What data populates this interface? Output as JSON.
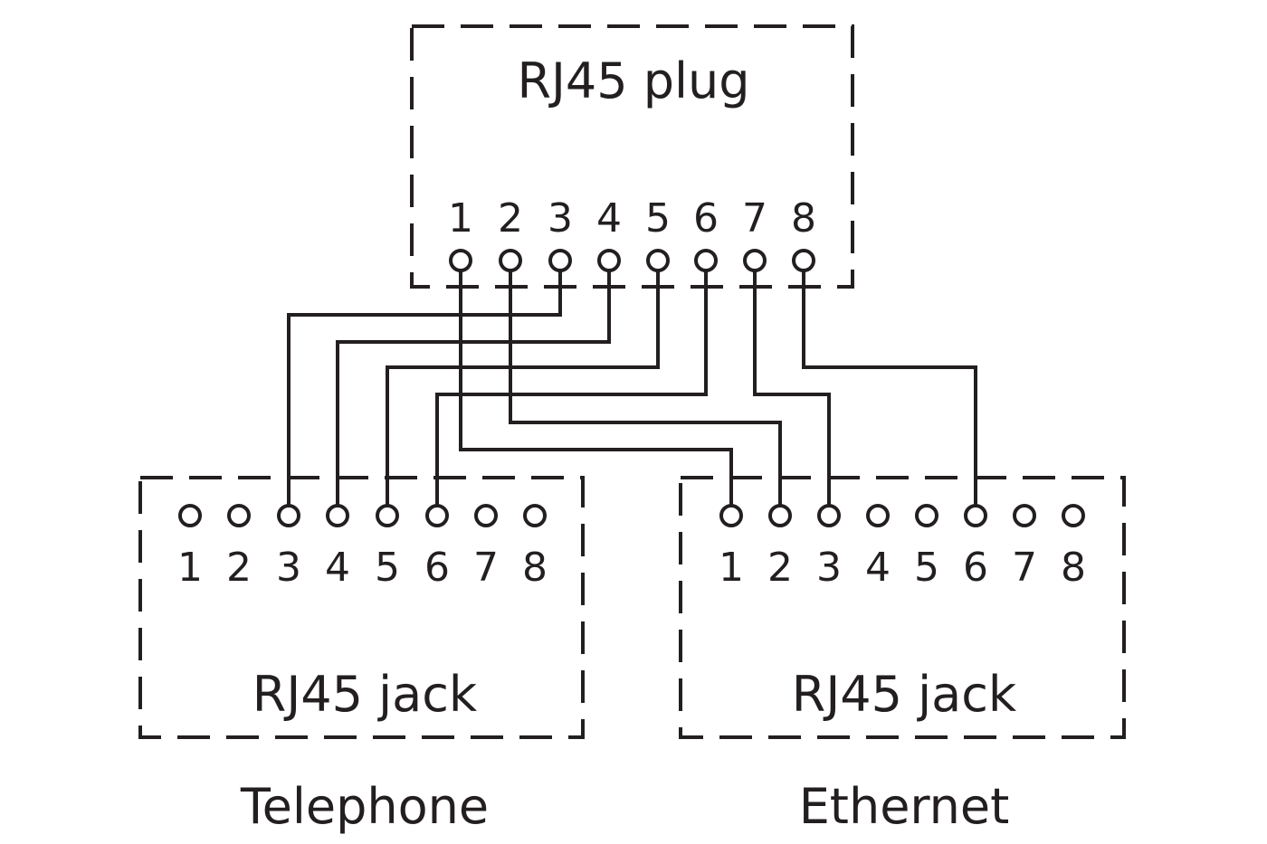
{
  "diagram": {
    "plug": {
      "title": "RJ45 plug",
      "pins": [
        "1",
        "2",
        "3",
        "4",
        "5",
        "6",
        "7",
        "8"
      ]
    },
    "telephone_jack": {
      "title": "RJ45 jack",
      "caption": "Telephone",
      "pins": [
        "1",
        "2",
        "3",
        "4",
        "5",
        "6",
        "7",
        "8"
      ]
    },
    "ethernet_jack": {
      "title": "RJ45 jack",
      "caption": "Ethernet",
      "pins": [
        "1",
        "2",
        "3",
        "4",
        "5",
        "6",
        "7",
        "8"
      ]
    },
    "connections": [
      {
        "from_plug_pin": 3,
        "to": "telephone",
        "to_pin": 3
      },
      {
        "from_plug_pin": 4,
        "to": "telephone",
        "to_pin": 4
      },
      {
        "from_plug_pin": 5,
        "to": "telephone",
        "to_pin": 5
      },
      {
        "from_plug_pin": 6,
        "to": "telephone",
        "to_pin": 6
      },
      {
        "from_plug_pin": 1,
        "to": "ethernet",
        "to_pin": 1
      },
      {
        "from_plug_pin": 2,
        "to": "ethernet",
        "to_pin": 2
      },
      {
        "from_plug_pin": 7,
        "to": "ethernet",
        "to_pin": 3
      },
      {
        "from_plug_pin": 8,
        "to": "ethernet",
        "to_pin": 6
      }
    ],
    "line_color": "#231f20"
  }
}
